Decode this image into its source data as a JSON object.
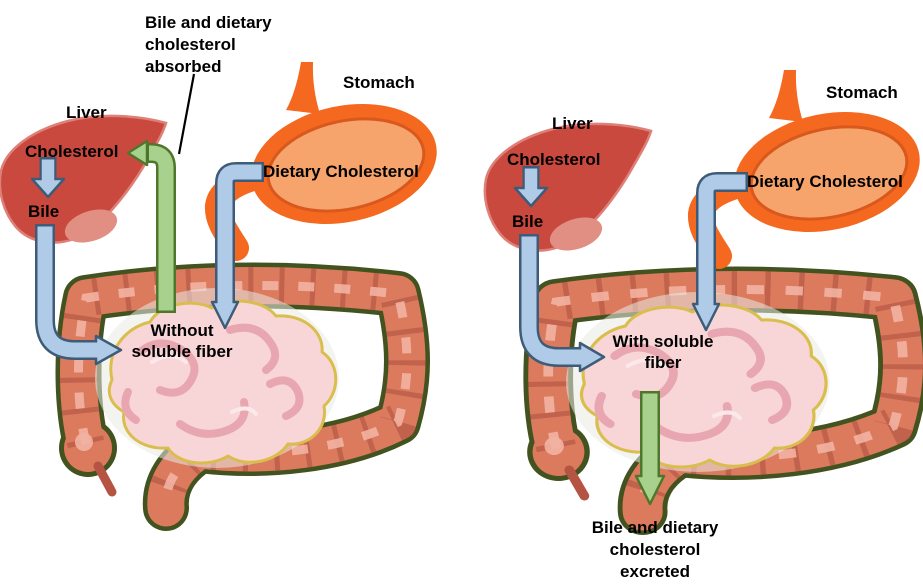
{
  "panels": {
    "left": {
      "annotation": "Bile and dietary\ncholesterol\nabsorbed",
      "liver_label": "Liver",
      "liver_cholesterol_label": "Cholesterol",
      "bile_label": "Bile",
      "stomach_label": "Stomach",
      "dietary_cholesterol_label": "Dietary Cholesterol",
      "intestine_label": "Without\nsoluble fiber"
    },
    "right": {
      "liver_label": "Liver",
      "liver_cholesterol_label": "Cholesterol",
      "bile_label": "Bile",
      "stomach_label": "Stomach",
      "dietary_cholesterol_label": "Dietary Cholesterol",
      "intestine_label": "With soluble\nfiber",
      "annotation": "Bile and dietary\ncholesterol\nexcreted"
    }
  },
  "colors": {
    "background": "#FFFFFF",
    "text": "#000000",
    "liver": "#C9493F",
    "liver_lobe": "#E28F83",
    "stomach_outer": "#F4681F",
    "stomach_inner": "#F6A46B",
    "colon": "#DC7A5E",
    "colon_outline": "#42531F",
    "colon_shadow": "#A0453A",
    "colon_highlight": "#F2B3A2",
    "small_intestine": "#F8D6D8",
    "small_intestine_outline": "#D9BE4E",
    "arrow_blue_fill": "#AFCBE8",
    "arrow_blue_border": "#3E5C78",
    "arrow_green_fill": "#A9D18E",
    "arrow_green_border": "#4E772C"
  }
}
